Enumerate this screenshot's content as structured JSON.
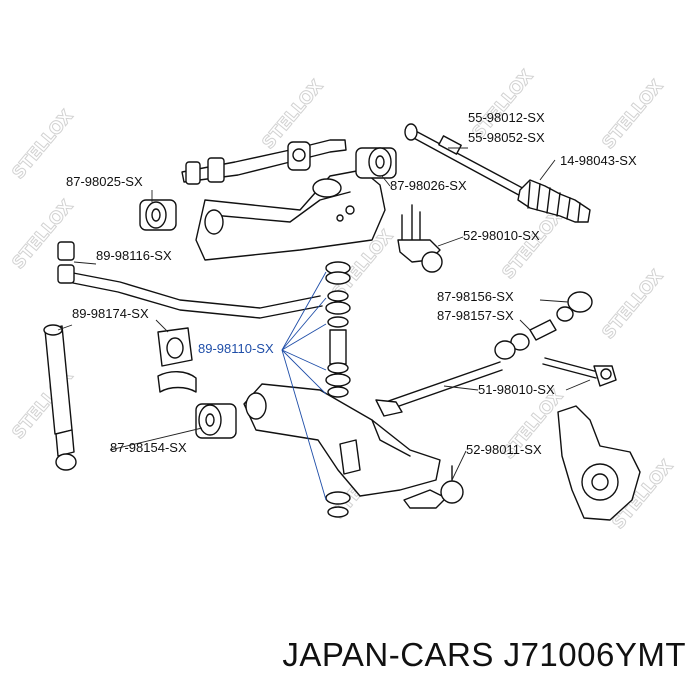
{
  "diagram": {
    "watermark": "STELLOX",
    "labels": {
      "p55_98012": "55-98012-SX",
      "p55_98052": "55-98052-SX",
      "p14_98043": "14-98043-SX",
      "p87_98025": "87-98025-SX",
      "p87_98026": "87-98026-SX",
      "p52_98010": "52-98010-SX",
      "p89_98116": "89-98116-SX",
      "p87_98156": "87-98156-SX",
      "p87_98157": "87-98157-SX",
      "p89_98174": "89-98174-SX",
      "p89_98110": "89-98110-SX",
      "p51_98010": "51-98010-SX",
      "p87_98154": "87-98154-SX",
      "p52_98011": "52-98011-SX"
    },
    "highlight_color": "#1f4ea8"
  },
  "footer": {
    "caption": "JAPAN-CARS J71006YMT"
  }
}
